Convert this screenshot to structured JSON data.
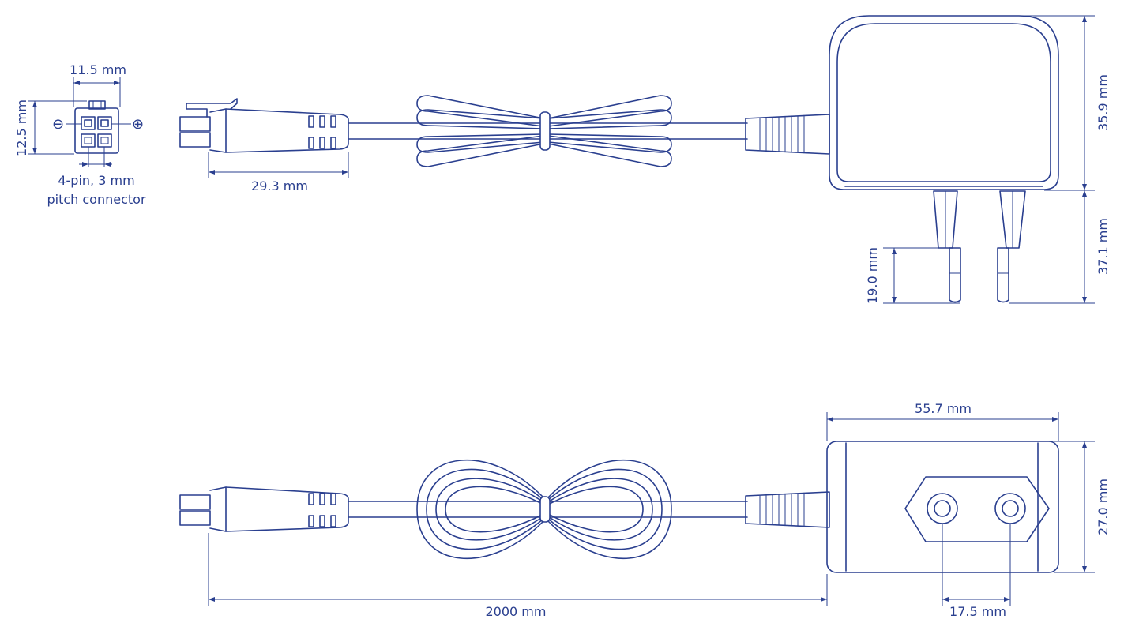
{
  "colors": {
    "line": "#2a3f8f",
    "background": "#ffffff"
  },
  "connector": {
    "width": "11.5 mm",
    "height": "12.5 mm",
    "minus_symbol": "⊖",
    "plus_symbol": "⊕",
    "caption_line1": "4-pin, 3 mm",
    "caption_line2": "pitch connector"
  },
  "plug": {
    "length": "29.3 mm"
  },
  "adapter_side": {
    "body_height": "35.9 mm",
    "pin_length": "37.1 mm",
    "pin_insert": "19.0 mm"
  },
  "adapter_front": {
    "width": "55.7 mm",
    "height": "27.0 mm",
    "pin_spacing": "17.5 mm"
  },
  "cable": {
    "length": "2000 mm"
  }
}
